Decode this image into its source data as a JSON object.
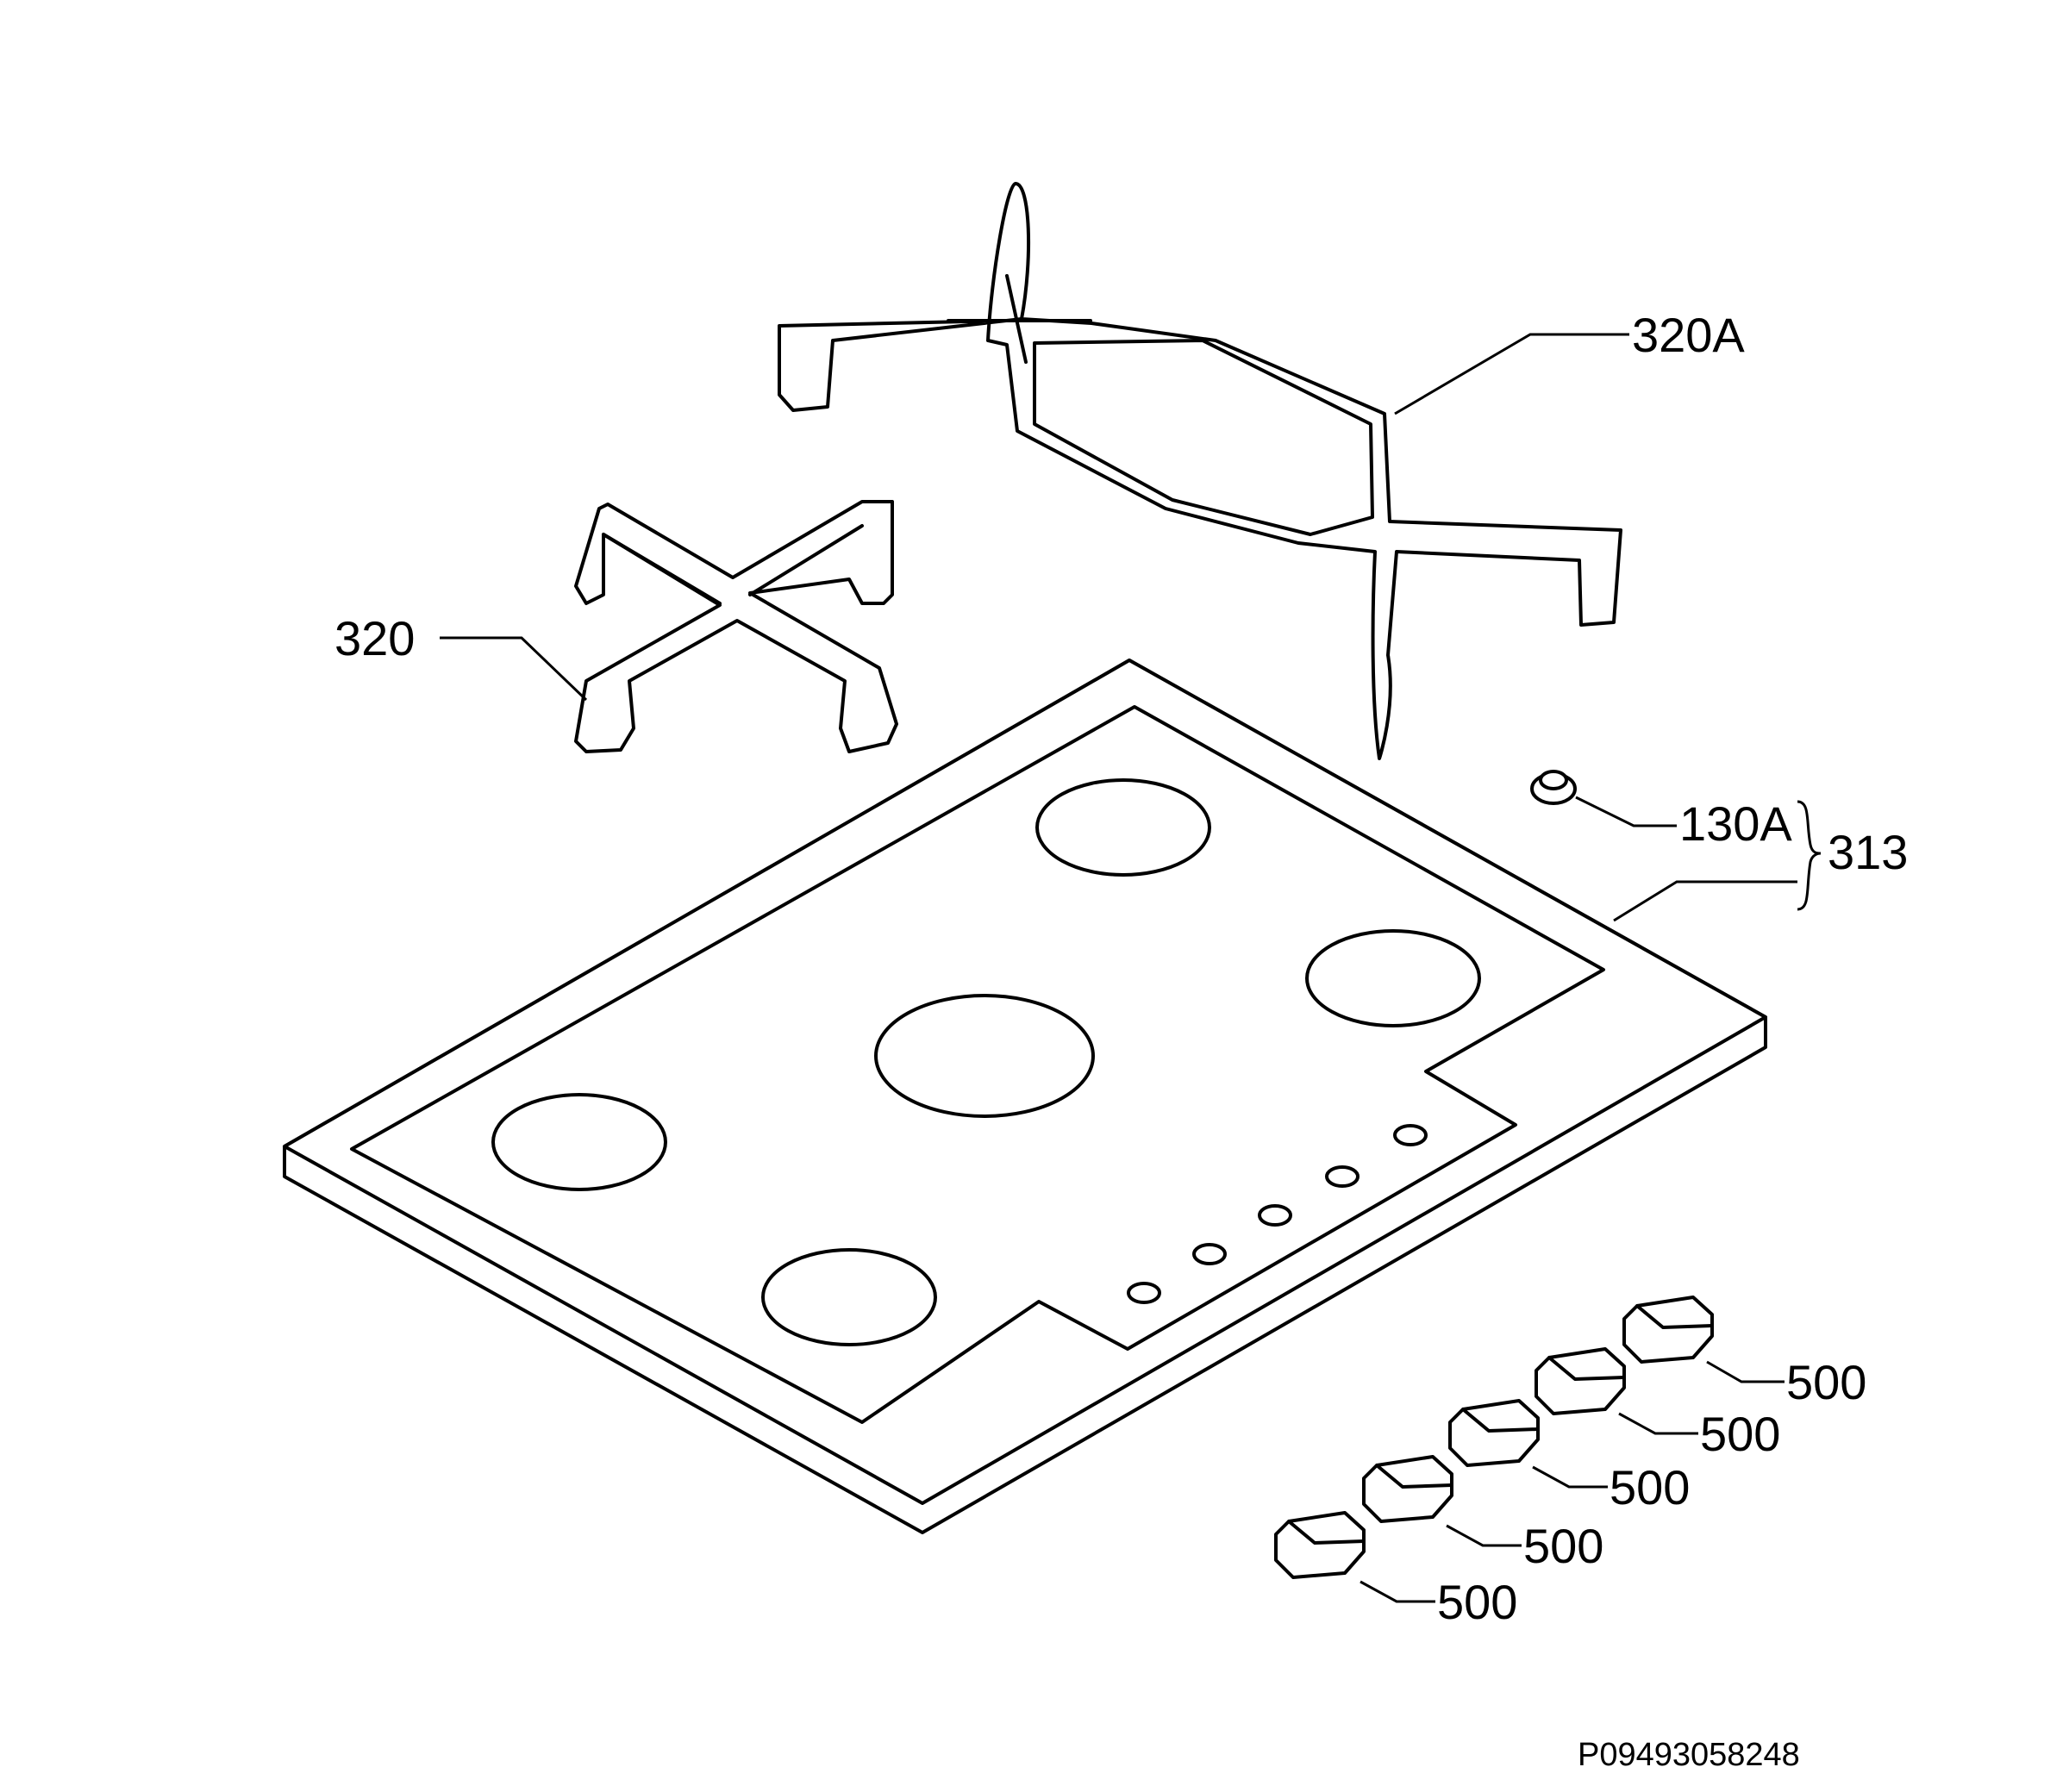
{
  "labels": {
    "grid_wide": "320A",
    "grid_small": "320",
    "pin": "130A",
    "group": "313",
    "knob_1": "500",
    "knob_2": "500",
    "knob_3": "500",
    "knob_4": "500",
    "knob_5": "500"
  },
  "drawing_code": "P09493058248"
}
